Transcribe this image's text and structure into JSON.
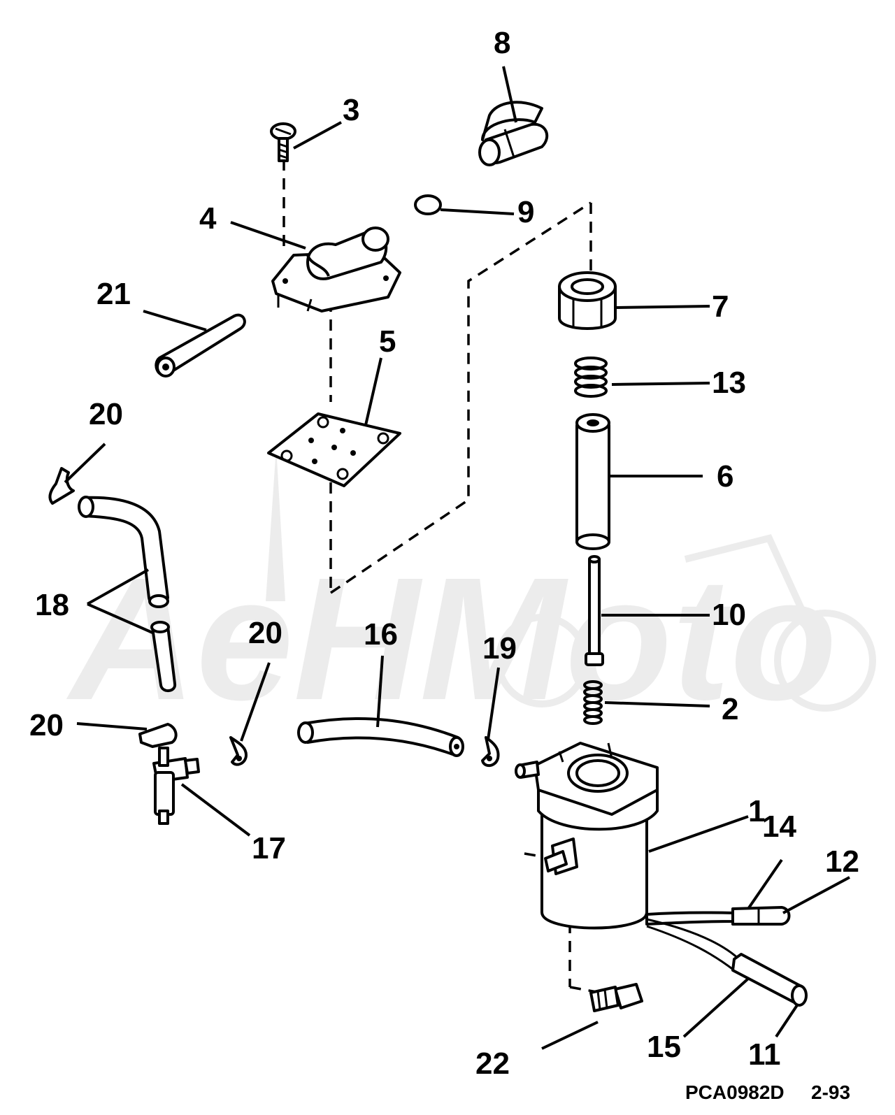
{
  "diagram": {
    "callouts": [
      "1",
      "2",
      "3",
      "4",
      "5",
      "6",
      "7",
      "8",
      "9",
      "10",
      "11",
      "12",
      "13",
      "14",
      "15",
      "16",
      "17",
      "18",
      "19",
      "20",
      "20",
      "20",
      "21",
      "22"
    ],
    "drawing_code": "PCA0982D",
    "date_code": "2-93",
    "watermark": "AeHMoto"
  }
}
